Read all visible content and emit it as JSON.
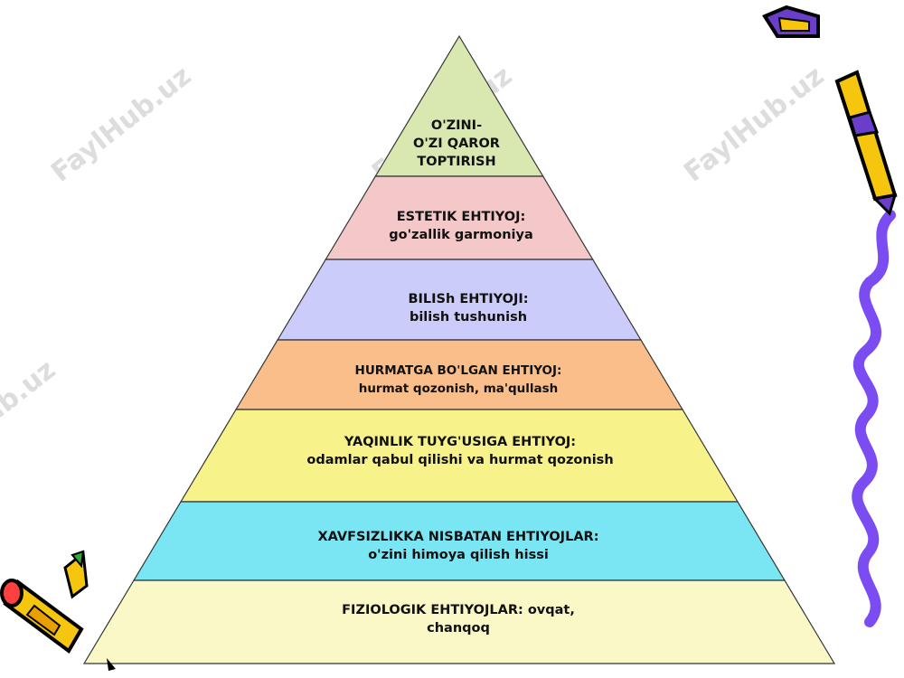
{
  "pyramid": {
    "levels": [
      {
        "id": "self-actualization",
        "lines": [
          "O'ZINI-",
          "O'ZI QAROR",
          "TOPTIRISH"
        ],
        "fill": "#d8e8b0"
      },
      {
        "id": "aesthetic",
        "lines": [
          "ESTETIK EHTIYOJ:",
          "go'zallik garmoniya"
        ],
        "fill": "#f4c8c8"
      },
      {
        "id": "cognitive",
        "lines": [
          "BILISh EHTIYOJI:",
          "bilish tushunish"
        ],
        "fill": "#ccccfa"
      },
      {
        "id": "esteem",
        "lines": [
          "HURMATGA BO'LGAN EHTIYOJ:",
          "hurmat qozonish, ma'qullash"
        ],
        "fill": "#f9be8a"
      },
      {
        "id": "belonging",
        "lines": [
          "YAQINLIK TUYG'USIGA EHTIYOJ:",
          "odamlar qabul qilishi va hurmat qozonish"
        ],
        "fill": "#f7f28a"
      },
      {
        "id": "safety",
        "lines": [
          "XAVFSIZLIKKA NISBATAN EHTIYOJLAR:",
          "o'zini himoya qilish hissi"
        ],
        "fill": "#7ae6f4"
      },
      {
        "id": "physiological",
        "lines": [
          "FIZIOLOGIK EHTIYOJLAR: ovqat,",
          "chanqoq"
        ],
        "fill": "#fbf8c8"
      }
    ],
    "outline_color": "#333333"
  },
  "watermark": {
    "text": "FaylHub.uz"
  },
  "decor": {
    "squiggle_color": "#7a4cf2",
    "pencil_color": "#f6c60e",
    "pencil_tip_color": "#ff4040"
  }
}
